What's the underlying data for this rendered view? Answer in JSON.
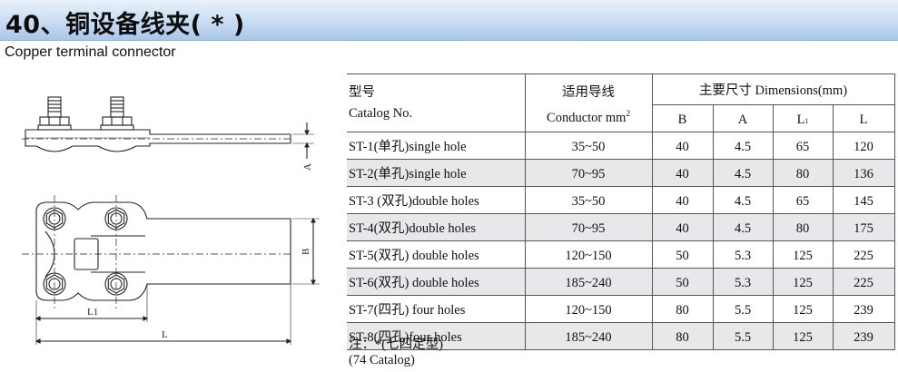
{
  "title": "40、铜设备线夹( * )",
  "subtitle": "Copper terminal connector",
  "drawing": {
    "labels": {
      "A": "A",
      "B": "B",
      "L1": "L1",
      "L": "L"
    }
  },
  "table": {
    "header": {
      "model_cn": "型号",
      "model_en": "Catalog No.",
      "conductor_cn": "适用导线",
      "conductor_en": "Conductor mm",
      "conductor_sup": "2",
      "dimensions": "主要尺寸 Dimensions(mm)",
      "col_B": "B",
      "col_A": "A",
      "col_L1": "L",
      "col_L1_sub": "1",
      "col_L": "L"
    },
    "rows": [
      {
        "model": "ST-1(单孔)single hole",
        "conductor": "35~50",
        "B": "40",
        "A": "4.5",
        "L1": "65",
        "L": "120"
      },
      {
        "model": "ST-2(单孔)single hole",
        "conductor": "70~95",
        "B": "40",
        "A": "4.5",
        "L1": "80",
        "L": "136"
      },
      {
        "model": "ST-3 (双孔)double holes",
        "conductor": "35~50",
        "B": "40",
        "A": "4.5",
        "L1": "65",
        "L": "145"
      },
      {
        "model": "ST-4(双孔)double holes",
        "conductor": "70~95",
        "B": "40",
        "A": "4.5",
        "L1": "80",
        "L": "175"
      },
      {
        "model": "ST-5(双孔) double holes",
        "conductor": "120~150",
        "B": "50",
        "A": "5.3",
        "L1": "125",
        "L": "225"
      },
      {
        "model": "ST-6(双孔) double holes",
        "conductor": "185~240",
        "B": "50",
        "A": "5.3",
        "L1": "125",
        "L": "225"
      },
      {
        "model": "ST-7(四孔) four holes",
        "conductor": "120~150",
        "B": "80",
        "A": "5.5",
        "L1": "125",
        "L": "239"
      },
      {
        "model": "ST-8(四孔)four holes",
        "conductor": "185~240",
        "B": "80",
        "A": "5.5",
        "L1": "125",
        "L": "239"
      }
    ]
  },
  "note": {
    "line1": "注：*(七四定型)",
    "line2": "(74 Catalog)"
  },
  "colors": {
    "title_bar_top": "#e9f1fb",
    "title_bar_bottom": "#a9c6e8",
    "row_shade": "#e8e8ea"
  }
}
